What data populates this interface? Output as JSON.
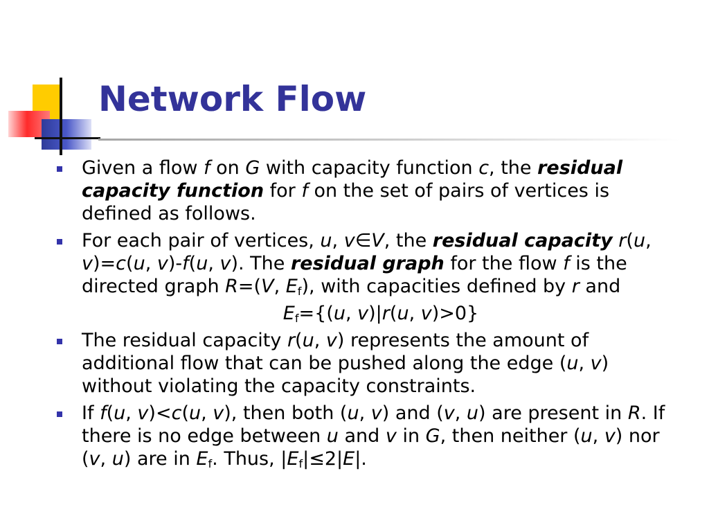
{
  "slide": {
    "title": "Network Flow",
    "bullets": [
      {
        "runs": [
          {
            "t": "Given a flow "
          },
          {
            "t": "f",
            "s": "i"
          },
          {
            "t": " on "
          },
          {
            "t": "G",
            "s": "i"
          },
          {
            "t": " with capacity function "
          },
          {
            "t": "c",
            "s": "i"
          },
          {
            "t": ", the "
          },
          {
            "t": "residual capacity function",
            "s": "bi"
          },
          {
            "t": " for "
          },
          {
            "t": "f",
            "s": "i"
          },
          {
            "t": " on the set of pairs of vertices is defined as follows."
          }
        ]
      },
      {
        "runs": [
          {
            "t": "For each pair of vertices, "
          },
          {
            "t": "u",
            "s": "i"
          },
          {
            "t": ", "
          },
          {
            "t": "v",
            "s": "i"
          },
          {
            "t": "∈"
          },
          {
            "t": "V",
            "s": "i"
          },
          {
            "t": ", the "
          },
          {
            "t": "residual capacity",
            "s": "bi"
          },
          {
            "t": " "
          },
          {
            "t": "r",
            "s": "i"
          },
          {
            "t": "("
          },
          {
            "t": "u",
            "s": "i"
          },
          {
            "t": ", "
          },
          {
            "t": "v",
            "s": "i"
          },
          {
            "t": ")="
          },
          {
            "t": "c",
            "s": "i"
          },
          {
            "t": "("
          },
          {
            "t": "u",
            "s": "i"
          },
          {
            "t": ", "
          },
          {
            "t": "v",
            "s": "i"
          },
          {
            "t": ")-"
          },
          {
            "t": "f",
            "s": "i"
          },
          {
            "t": "("
          },
          {
            "t": "u",
            "s": "i"
          },
          {
            "t": ", "
          },
          {
            "t": "v",
            "s": "i"
          },
          {
            "t": "). The "
          },
          {
            "t": "residual graph",
            "s": "bi"
          },
          {
            "t": " for the flow "
          },
          {
            "t": "f",
            "s": "i"
          },
          {
            "t": " is the directed graph "
          },
          {
            "t": "R",
            "s": "i"
          },
          {
            "t": "=("
          },
          {
            "t": "V",
            "s": "i"
          },
          {
            "t": ", "
          },
          {
            "t": "E",
            "s": "i"
          },
          {
            "t": "f",
            "s": "sub"
          },
          {
            "t": "), with capacities defined by "
          },
          {
            "t": "r",
            "s": "i"
          },
          {
            "t": " and"
          }
        ],
        "formula": [
          {
            "t": "E",
            "s": "i"
          },
          {
            "t": "f",
            "s": "sub"
          },
          {
            "t": "={("
          },
          {
            "t": "u",
            "s": "i"
          },
          {
            "t": ", "
          },
          {
            "t": "v",
            "s": "i"
          },
          {
            "t": ")|"
          },
          {
            "t": "r",
            "s": "i"
          },
          {
            "t": "("
          },
          {
            "t": "u",
            "s": "i"
          },
          {
            "t": ", "
          },
          {
            "t": "v",
            "s": "i"
          },
          {
            "t": ")>0}"
          }
        ]
      },
      {
        "runs": [
          {
            "t": "The residual capacity "
          },
          {
            "t": "r",
            "s": "i"
          },
          {
            "t": "("
          },
          {
            "t": "u",
            "s": "i"
          },
          {
            "t": ", "
          },
          {
            "t": "v",
            "s": "i"
          },
          {
            "t": ") represents the amount of additional flow that can be pushed along the edge ("
          },
          {
            "t": "u",
            "s": "i"
          },
          {
            "t": ", "
          },
          {
            "t": "v",
            "s": "i"
          },
          {
            "t": ") without violating the capacity constraints."
          }
        ]
      },
      {
        "runs": [
          {
            "t": "If "
          },
          {
            "t": "f",
            "s": "i"
          },
          {
            "t": "("
          },
          {
            "t": "u",
            "s": "i"
          },
          {
            "t": ", "
          },
          {
            "t": "v",
            "s": "i"
          },
          {
            "t": ")<"
          },
          {
            "t": "c",
            "s": "i"
          },
          {
            "t": "("
          },
          {
            "t": "u",
            "s": "i"
          },
          {
            "t": ", "
          },
          {
            "t": "v",
            "s": "i"
          },
          {
            "t": "), then both ("
          },
          {
            "t": "u",
            "s": "i"
          },
          {
            "t": ", "
          },
          {
            "t": "v",
            "s": "i"
          },
          {
            "t": ") and ("
          },
          {
            "t": "v",
            "s": "i"
          },
          {
            "t": ", "
          },
          {
            "t": "u",
            "s": "i"
          },
          {
            "t": ") are present in "
          },
          {
            "t": "R",
            "s": "i"
          },
          {
            "t": ". If there is no edge between "
          },
          {
            "t": "u",
            "s": "i"
          },
          {
            "t": " and "
          },
          {
            "t": "v",
            "s": "i"
          },
          {
            "t": " in "
          },
          {
            "t": "G",
            "s": "i"
          },
          {
            "t": ", then neither ("
          },
          {
            "t": "u",
            "s": "i"
          },
          {
            "t": ", "
          },
          {
            "t": "v",
            "s": "i"
          },
          {
            "t": ") nor ("
          },
          {
            "t": "v",
            "s": "i"
          },
          {
            "t": ", "
          },
          {
            "t": "u",
            "s": "i"
          },
          {
            "t": ") are in "
          },
          {
            "t": "E",
            "s": "i"
          },
          {
            "t": "f",
            "s": "sub"
          },
          {
            "t": ". Thus, |"
          },
          {
            "t": "E",
            "s": "i"
          },
          {
            "t": "f",
            "s": "sub"
          },
          {
            "t": "|≤2|"
          },
          {
            "t": "E",
            "s": "i"
          },
          {
            "t": "|."
          }
        ]
      }
    ]
  },
  "colors": {
    "title": "#333399",
    "bullet": "#3333aa"
  }
}
